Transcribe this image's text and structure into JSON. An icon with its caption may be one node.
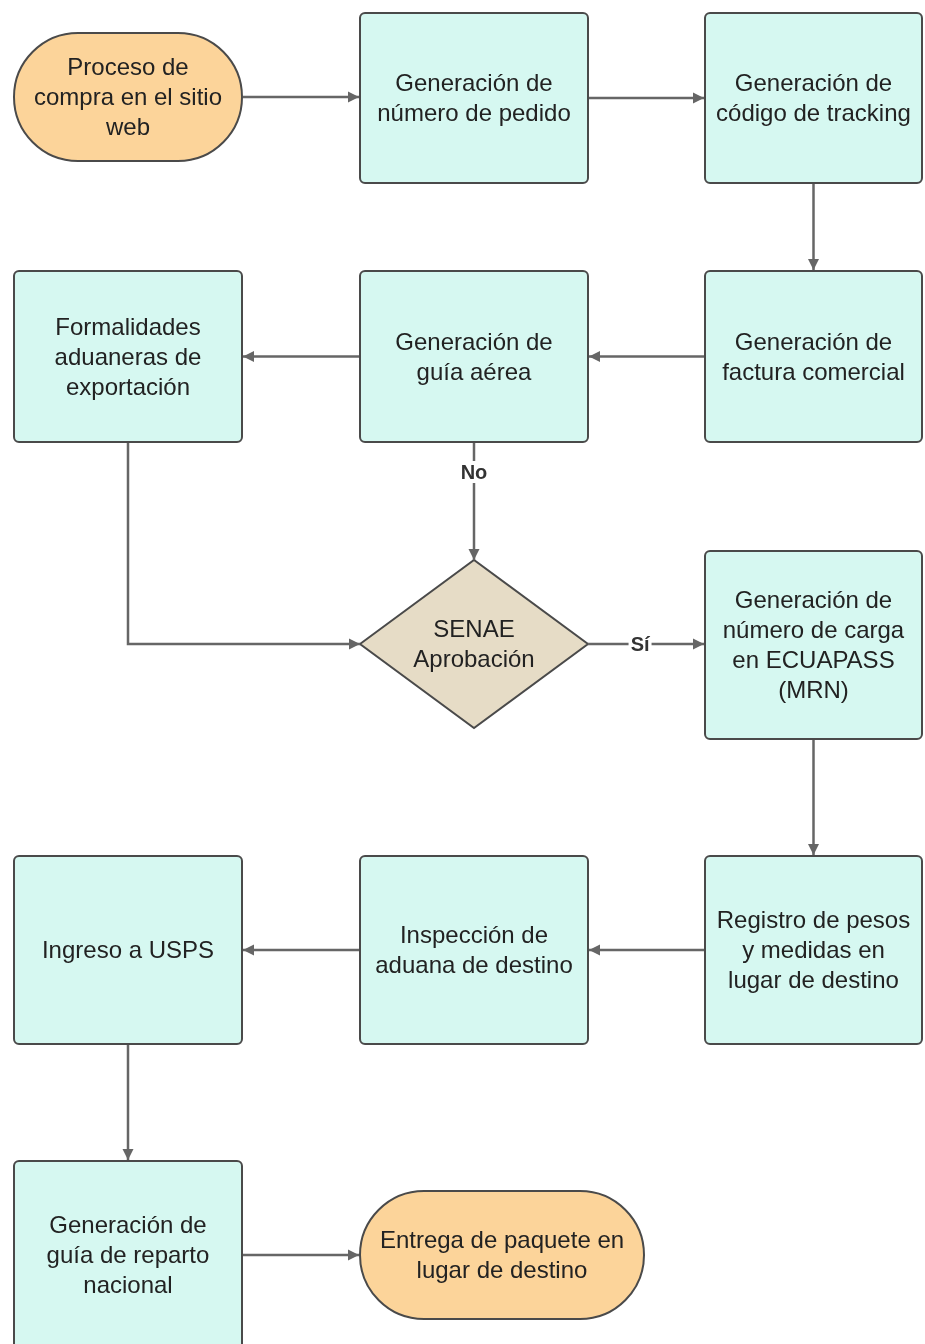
{
  "diagram": {
    "nodes": [
      {
        "text": [
          "Proceso de compra en el sitio web"
        ]
      },
      {
        "text": [
          "Generación de número de pedido"
        ]
      },
      {
        "text": [
          "Generación de código de tracking"
        ]
      },
      {
        "text": [
          "Formalidades aduaneras de exportación"
        ]
      },
      {
        "text": [
          "Generación de guía aérea"
        ]
      },
      {
        "text": [
          "Generación de factura comercial"
        ]
      },
      {
        "text": [
          "SENAE Aprobación"
        ]
      },
      {
        "text": [
          "Generación de número de carga en ECUAPASS (MRN)"
        ]
      },
      {
        "text": [
          "Ingreso a USPS"
        ]
      },
      {
        "text": [
          "Inspección de aduana de destino"
        ]
      },
      {
        "text": [
          "Registro de pesos y medidas en lugar de destino"
        ]
      },
      {
        "text": [
          "Generación de guía de reparto nacional"
        ]
      },
      {
        "text": [
          "Entrega de paquete en lugar de destino"
        ]
      }
    ],
    "edges": [
      {
        "from": 0,
        "to": 1,
        "arrow": "to"
      },
      {
        "from": 1,
        "to": 2,
        "arrow": "to"
      },
      {
        "from": 2,
        "to": 5,
        "arrow": "to"
      },
      {
        "from": 5,
        "to": 4,
        "arrow": "to"
      },
      {
        "from": 4,
        "to": 3,
        "arrow": "to"
      },
      {
        "from": 4,
        "to": 6,
        "arrow": "to",
        "label": "No"
      },
      {
        "from": 3,
        "to": 6,
        "arrow": "to"
      },
      {
        "from": 6,
        "to": 7,
        "arrow": "to",
        "label": "Sí"
      },
      {
        "from": 7,
        "to": 10,
        "arrow": "to"
      },
      {
        "from": 10,
        "to": 9,
        "arrow": "to"
      },
      {
        "from": 9,
        "to": 8,
        "arrow": "to"
      },
      {
        "from": 8,
        "to": 11,
        "arrow": "to"
      },
      {
        "from": 11,
        "to": 12,
        "arrow": "to"
      }
    ]
  }
}
